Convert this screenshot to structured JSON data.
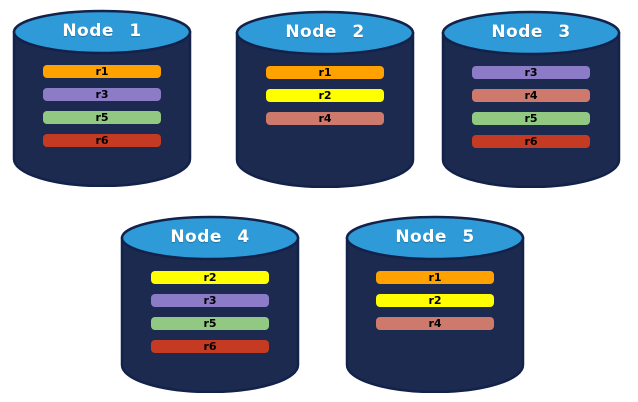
{
  "diagram": {
    "background": "#ffffff",
    "cylinder": {
      "body_color": "#1B2A4E",
      "top_color": "#2E9BD8",
      "outline_color": "#13224A"
    },
    "replica_colors": {
      "r1": "#FFA200",
      "r2": "#FFFF00",
      "r3": "#8C7CC8",
      "r4": "#CD7A6C",
      "r5": "#92C982",
      "r6": "#C53A22"
    },
    "nodes": [
      {
        "label": "Node 1",
        "replicas": [
          "r1",
          "r3",
          "r5",
          "r6"
        ]
      },
      {
        "label": "Node 2",
        "replicas": [
          "r1",
          "r2",
          "r4"
        ]
      },
      {
        "label": "Node 3",
        "replicas": [
          "r3",
          "r4",
          "r5",
          "r6"
        ]
      },
      {
        "label": "Node 4",
        "replicas": [
          "r2",
          "r3",
          "r5",
          "r6"
        ]
      },
      {
        "label": "Node 5",
        "replicas": [
          "r1",
          "r2",
          "r4"
        ]
      }
    ]
  }
}
